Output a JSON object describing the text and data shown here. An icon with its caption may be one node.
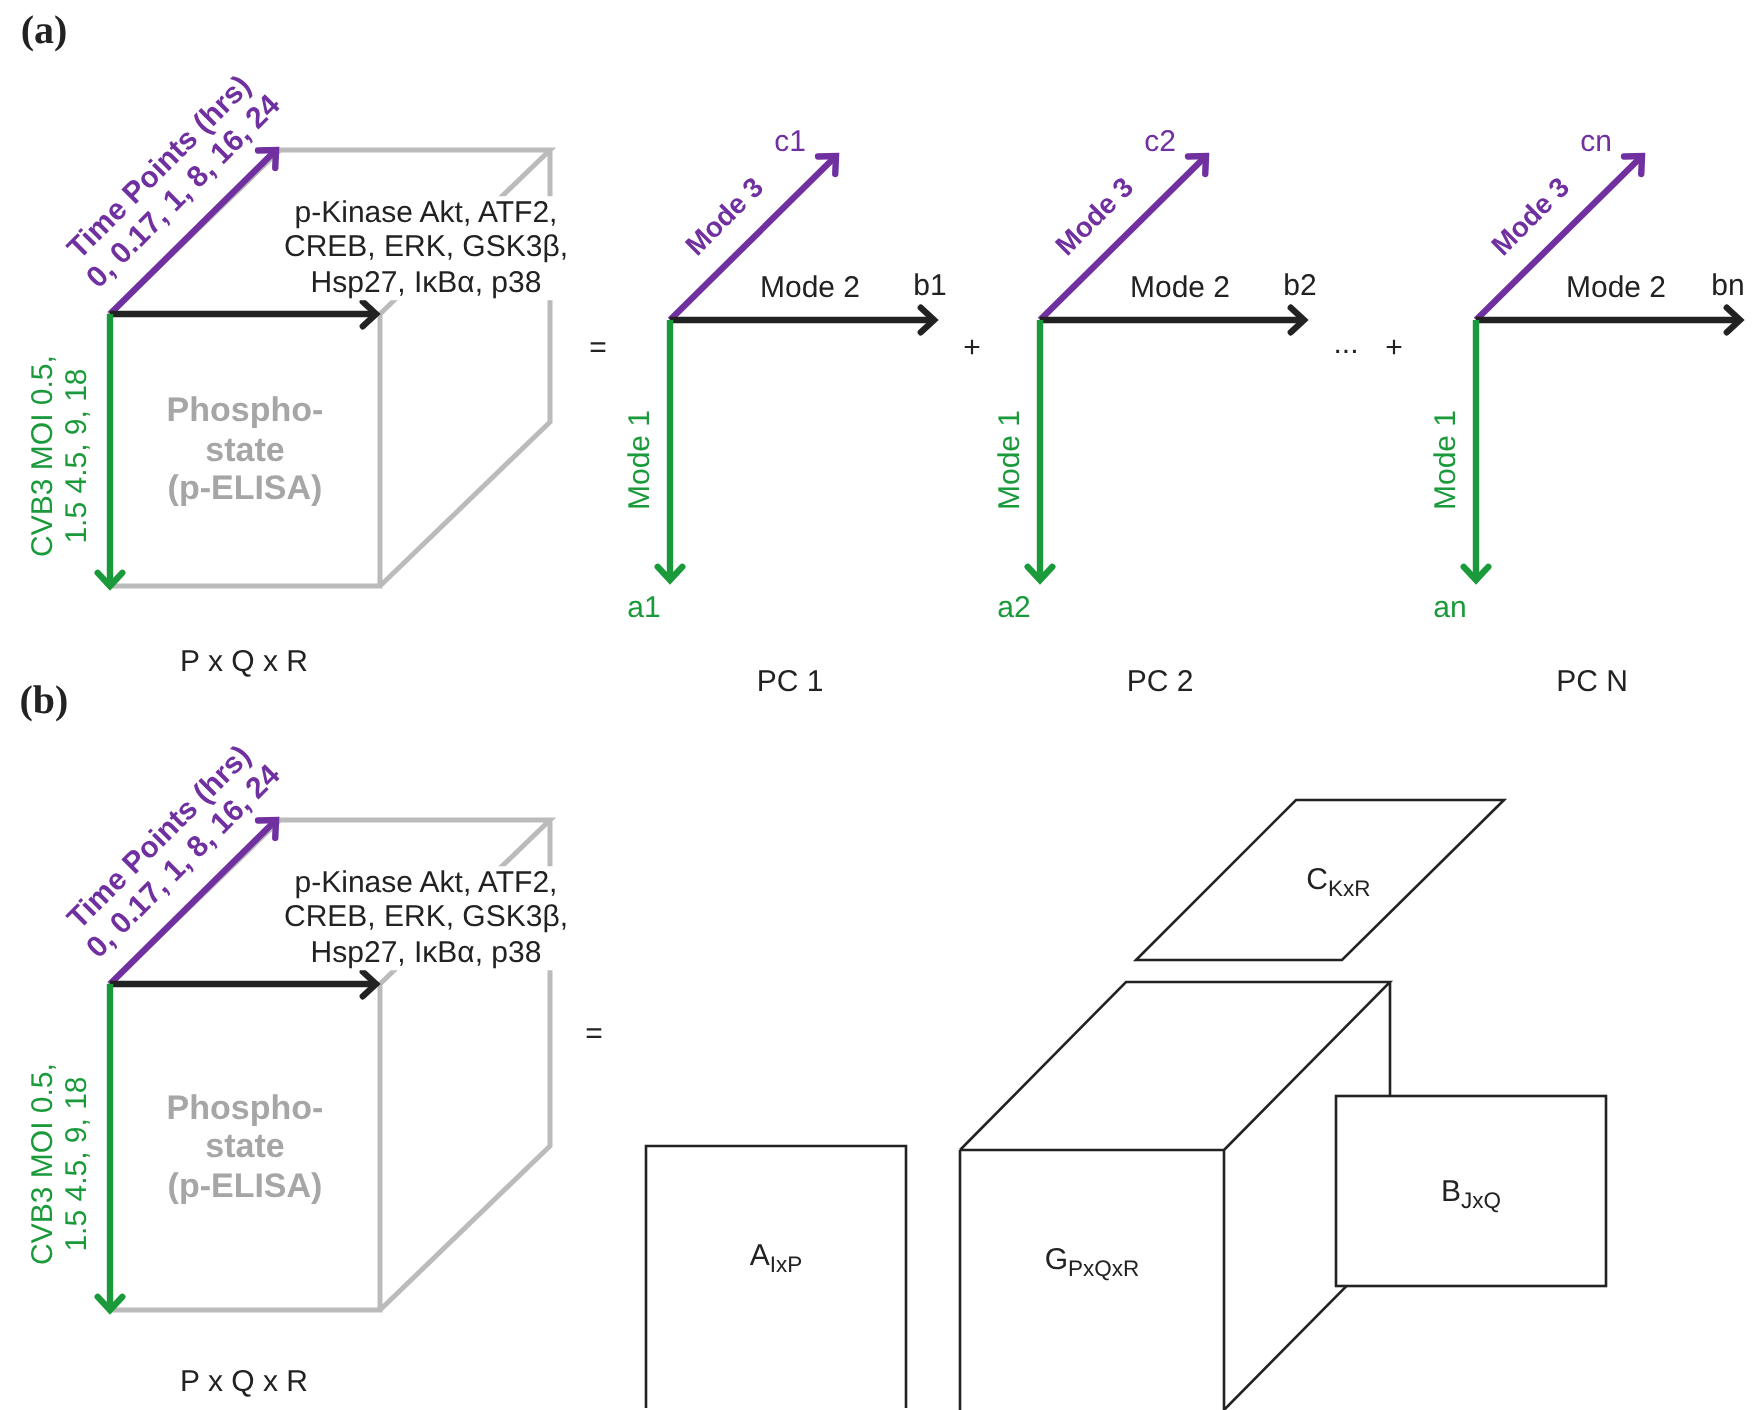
{
  "diagram": {
    "nodes": [
      {
        "text": [
          "Phospho- state (p-ELISA)"
        ]
      },
      {
        "text": [
          "Phospho- state (p-ELISA)"
        ]
      },
      {
        "text": [
          "C$_{KxR}$"
        ]
      },
      {
        "text": [
          "A$_{IxP}$"
        ]
      },
      {
        "text": [
          "G$_{PxQxR}$"
        ]
      },
      {
        "text": [
          "B$_{JxQ}$"
        ]
      }
    ],
    "labels": [
      "(a)",
      "Time Points (hrs) 0, 0.17, 1, 8, 16, 24",
      "p-Kinase Akt, ATF2, CREB, ERK, GSK3β, Hsp27, IκBα, p38",
      "CVB3 MOI 0.5, 1.5 4.5, 9, 18",
      "=",
      "c1",
      "Mode 3",
      "Mode 2",
      "b1",
      "Mode 1",
      "a1",
      "+",
      "c2",
      "Mode 3",
      "Mode 2",
      "b2",
      "Mode 1",
      "a2",
      "...",
      "+",
      "cn",
      "Mode 3",
      "Mode 2",
      "bn",
      "Mode 1",
      "an",
      "P x Q x R",
      "PC 1",
      "PC 2",
      "PC N",
      "(b)",
      "Time Points (hrs) 0, 0.17, 1, 8, 16, 24",
      "p-Kinase Akt, ATF2, CREB, ERK, GSK3β, Hsp27, IκBα, p38",
      "CVB3 MOI 0.5, 1.5 4.5, 9, 18",
      "=",
      "P x Q x R"
    ]
  }
}
